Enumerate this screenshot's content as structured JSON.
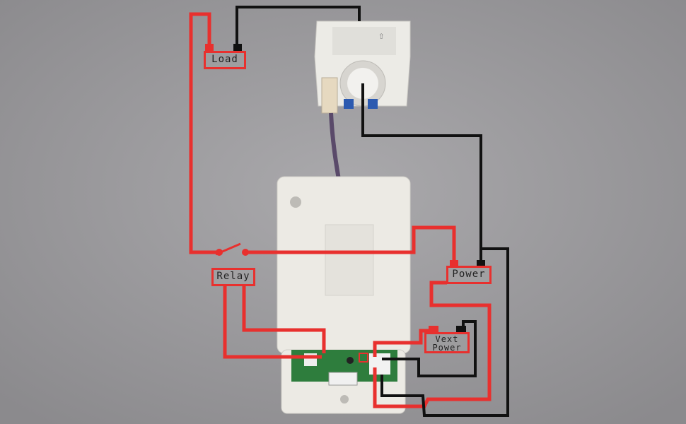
{
  "labels": {
    "load": "Load",
    "relay": "Relay",
    "power": "Power",
    "vext_line1": "Vext",
    "vext_line2": "Power"
  },
  "colors": {
    "live_wire": "#e8302e",
    "neutral_wire": "#111111",
    "background": "#9a999c",
    "device": "#e9e7e2"
  }
}
